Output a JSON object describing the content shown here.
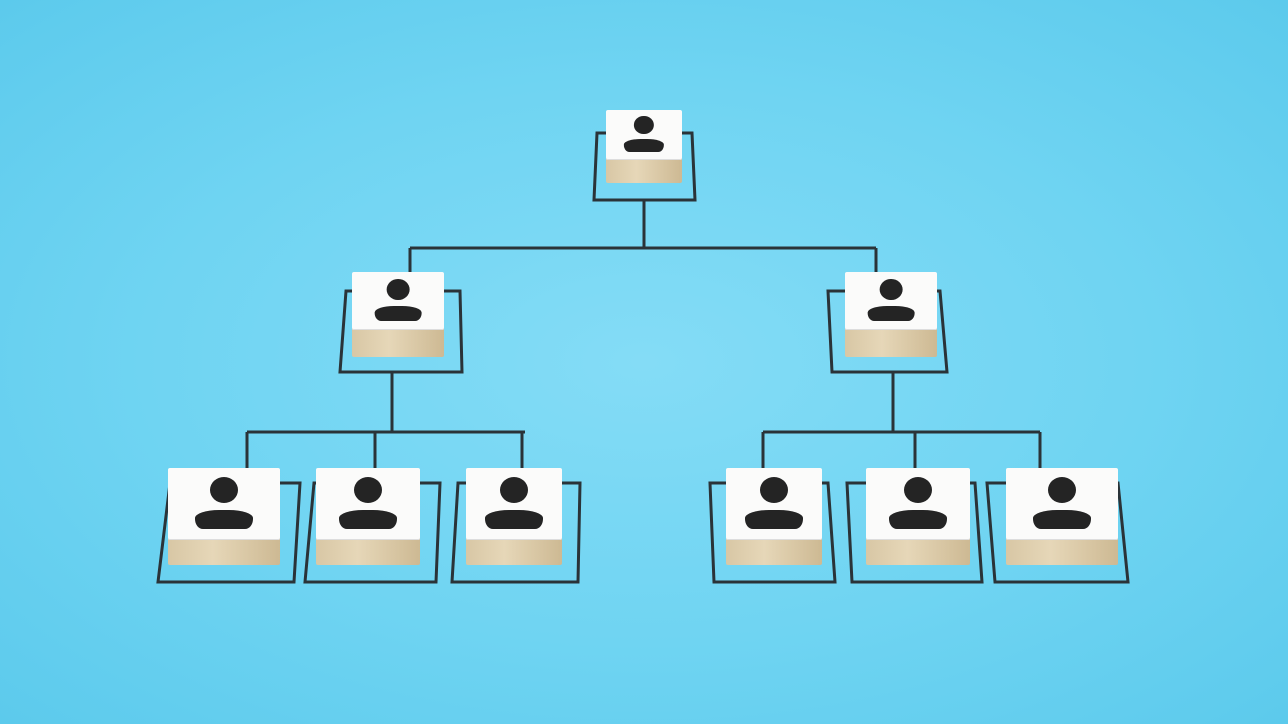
{
  "colors": {
    "background": "#72d5f3",
    "line": "#2a3338",
    "block_face": "#fbfbfa",
    "block_wood": "#ddcba8",
    "icon": "#242424"
  },
  "chart": {
    "levels": 3,
    "nodes_per_level": [
      1,
      2,
      6
    ],
    "icon": "person-icon"
  }
}
